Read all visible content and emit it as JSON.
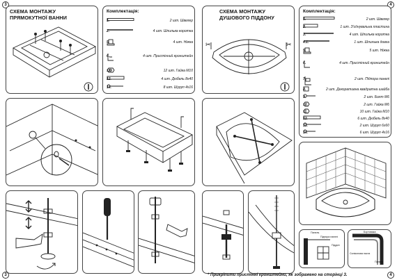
{
  "page_numbers": {
    "top_left": "3",
    "top_right": "4",
    "bottom_left": "3",
    "bottom_right": "4"
  },
  "left": {
    "title_line1": "СХЕМА МОНТАЖУ",
    "title_line2": "ПРЯМОКУТНОЇ ВАННИ",
    "kit_title": "Комплектація:",
    "kit": [
      {
        "num": "1.",
        "desc": "2 шт. Швелер"
      },
      {
        "num": "2.",
        "desc": "4 шт. Шпилька коротка"
      },
      {
        "num": "5.",
        "desc": "4 шт. Ніжка"
      },
      {
        "num": "6.",
        "desc": "4 шт. Пристінний кронштейн"
      },
      {
        "num": "11.",
        "desc": "12 шт. Гайка М10"
      },
      {
        "num": "12.",
        "desc": "4 шт. Дюбель 8х40"
      },
      {
        "num": "14.",
        "desc": "8 шт. Шуруп 4х16"
      }
    ]
  },
  "right": {
    "title_line1": "СХЕМА МОНТАЖУ",
    "title_line2": "ДУШОВОГО ПІДДОНУ",
    "kit_title": "Комплектація:",
    "kit": [
      {
        "num": "1.",
        "desc": "2 шт. Швелер"
      },
      {
        "num": "2.",
        "desc": "1 шт. З'єднувальна пластина"
      },
      {
        "num": "3.",
        "desc": "4 шт. Шпилька коротка"
      },
      {
        "num": "4.1.",
        "desc": "1 шт. Шпилька довга"
      },
      {
        "num": "5.",
        "desc": "5 шт. Ніжка"
      },
      {
        "num": "6.",
        "desc": "4 шт. Пристінний кронштейн"
      },
      {
        "num": "7.",
        "desc": "2 шт. Підпора панелі"
      },
      {
        "num": "8.",
        "desc": "2 шт. Декоративна квадратна шайба"
      },
      {
        "num": "9.",
        "desc": "2 шт. Болт М6"
      },
      {
        "num": "10.",
        "desc": "2 шт. Гайка М6"
      },
      {
        "num": "11.",
        "desc": "10 шт. Гайка М10"
      },
      {
        "num": "12.",
        "desc": "6 шт. Дюбель 8х40"
      },
      {
        "num": "13.",
        "desc": "2 шт. Шуруп 6х60"
      },
      {
        "num": "14.",
        "desc": "6 шт. Шуруп 4х16"
      }
    ],
    "labels": {
      "panel": "Панель",
      "panel_support": "Підпора панелі",
      "tray": "Піддон",
      "seal_strip": "Бортовика",
      "silicone": "Силіконова паста",
      "panel2": "Панель"
    },
    "note": "* Прикріпити пристінні кронштейни, як зображено на сторінці 3."
  }
}
